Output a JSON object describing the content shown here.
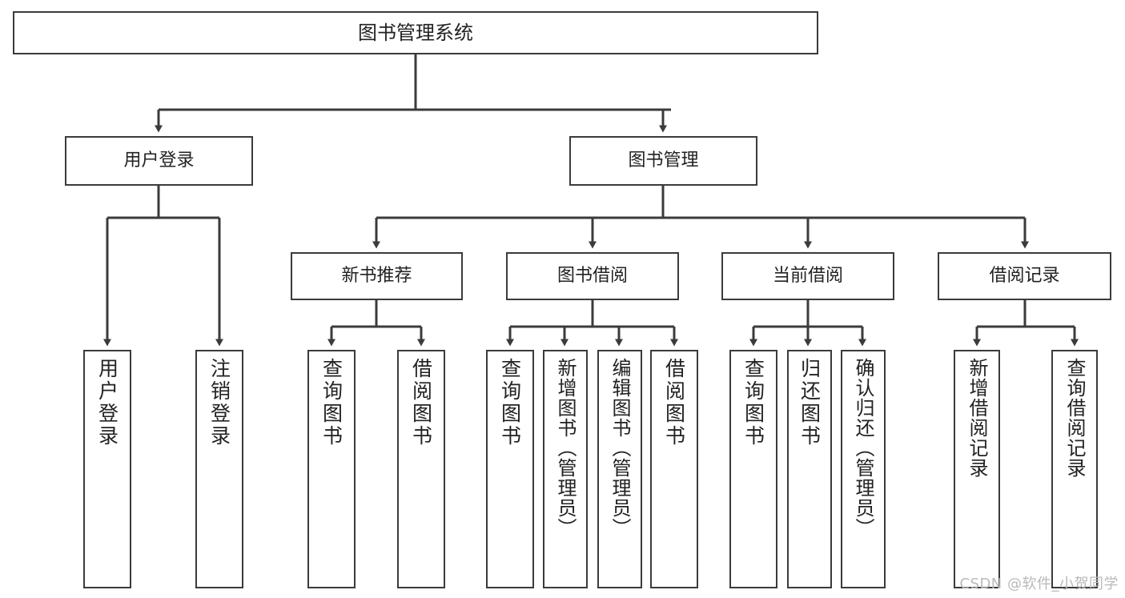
{
  "diagram": {
    "type": "tree-hierarchy",
    "title": "图书管理系统",
    "root": {
      "label": "图书管理系统"
    },
    "level2": [
      {
        "label": "用户登录"
      },
      {
        "label": "图书管理"
      }
    ],
    "level3": [
      {
        "label": "新书推荐"
      },
      {
        "label": "图书借阅"
      },
      {
        "label": "当前借阅"
      },
      {
        "label": "借阅记录"
      }
    ],
    "leaves": {
      "user_login": [
        {
          "label": "用户登录"
        },
        {
          "label": "注销登录"
        }
      ],
      "new_book_recommend": [
        {
          "label": "查询图书"
        },
        {
          "label": "借阅图书"
        }
      ],
      "book_borrow": [
        {
          "label": "查询图书"
        },
        {
          "label": "新增图书（管理员）"
        },
        {
          "label": "编辑图书（管理员）"
        },
        {
          "label": "借阅图书"
        }
      ],
      "current_borrow": [
        {
          "label": "查询图书"
        },
        {
          "label": "归还图书"
        },
        {
          "label": "确认归还（管理员）"
        }
      ],
      "borrow_record": [
        {
          "label": "新增借阅记录"
        },
        {
          "label": "查询借阅记录"
        }
      ]
    },
    "watermark": "CSDN @软件_小贺同学",
    "colors": {
      "stroke": "#3b3b3b",
      "fill": "#ffffff",
      "text": "#222222",
      "watermark": "#b9b9b9"
    }
  }
}
